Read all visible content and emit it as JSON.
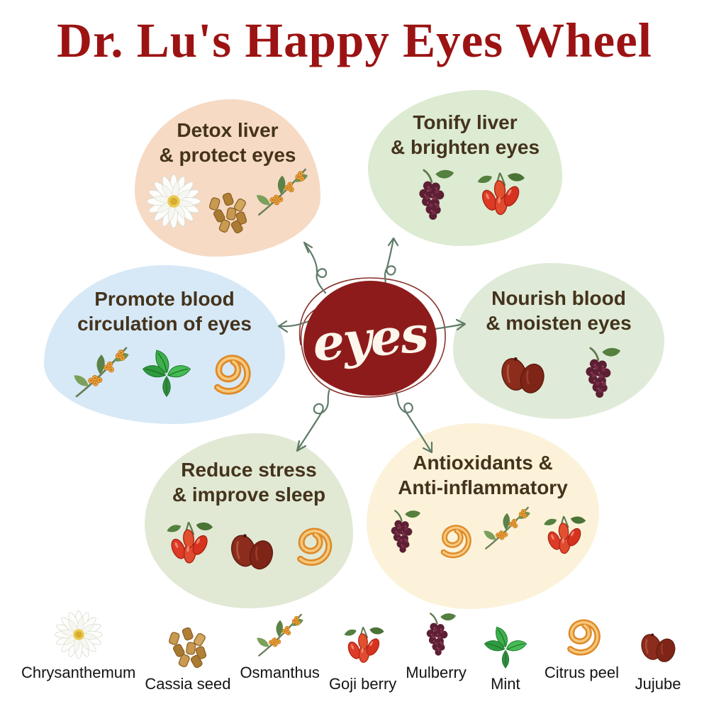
{
  "title": "Dr. Lu's Happy Eyes Wheel",
  "center": {
    "label": "eyes"
  },
  "colors": {
    "title": "#9C1313",
    "center_bg": "#8E1B1B",
    "heading_text": "#44331C",
    "arrow": "#5E7B68",
    "background": "#FFFFFF"
  },
  "wheel": {
    "nodes": [
      {
        "id": "detox-liver",
        "line1": "Detox liver",
        "line2": "& protect eyes",
        "bg": "#F6DAC4",
        "ingredients": [
          "chrysanthemum",
          "cassia seed",
          "osmanthus"
        ]
      },
      {
        "id": "tonify-liver",
        "line1": "Tonify liver",
        "line2": "& brighten eyes",
        "bg": "#DCEBD2",
        "ingredients": [
          "mulberry",
          "goji berry"
        ]
      },
      {
        "id": "blood-circulation",
        "line1": "Promote blood",
        "line2": "circulation of eyes",
        "bg": "#D7E9F7",
        "ingredients": [
          "osmanthus",
          "mint",
          "citrus peel"
        ]
      },
      {
        "id": "nourish-blood",
        "line1": "Nourish blood",
        "line2": "& moisten eyes",
        "bg": "#DFEBD8",
        "ingredients": [
          "jujube",
          "mulberry"
        ]
      },
      {
        "id": "reduce-stress",
        "line1": "Reduce stress",
        "line2": "& improve sleep",
        "bg": "#E1E9D4",
        "ingredients": [
          "goji berry",
          "jujube",
          "citrus peel"
        ]
      },
      {
        "id": "antioxidants",
        "line1": "Antioxidants &",
        "line2": "Anti-inflammatory",
        "bg": "#FBF2D9",
        "ingredients": [
          "mulberry",
          "citrus peel",
          "osmanthus",
          "goji berry"
        ]
      }
    ]
  },
  "legend": [
    {
      "label": "Chrysanthemum",
      "icon": "chrysanthemum-icon"
    },
    {
      "label": "Cassia seed",
      "icon": "cassia-seed-icon"
    },
    {
      "label": "Osmanthus",
      "icon": "osmanthus-icon"
    },
    {
      "label": "Goji berry",
      "icon": "goji-berry-icon"
    },
    {
      "label": "Mulberry",
      "icon": "mulberry-icon"
    },
    {
      "label": "Mint",
      "icon": "mint-icon"
    },
    {
      "label": "Citrus peel",
      "icon": "citrus-peel-icon"
    },
    {
      "label": "Jujube",
      "icon": "jujube-icon"
    }
  ]
}
